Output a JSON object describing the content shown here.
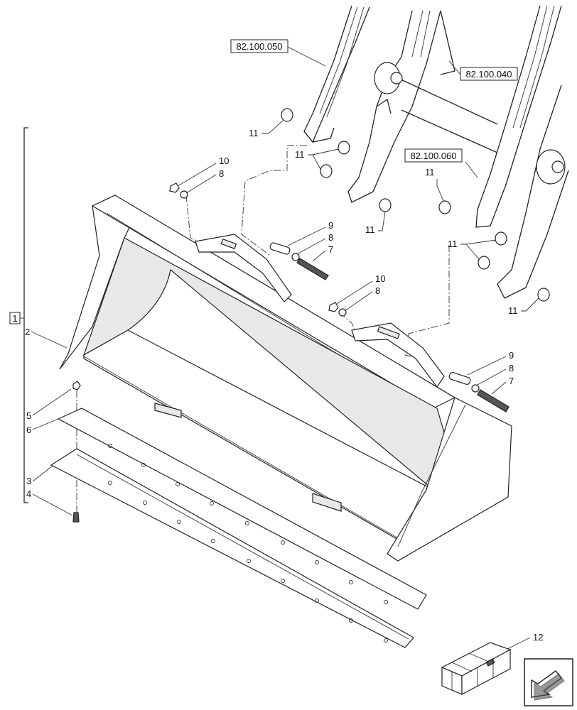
{
  "references": {
    "arm_left": "82.100.050",
    "arm_center": "82.100.040",
    "arm_right": "82.100.060"
  },
  "group_label": "1",
  "callouts": {
    "c2": "2",
    "c3": "3",
    "c4": "4",
    "c5": "5",
    "c6": "6",
    "c7a": "7",
    "c7b": "7",
    "c8a": "8",
    "c8b": "8",
    "c8c": "8",
    "c8d": "8",
    "c9a": "9",
    "c9b": "9",
    "c10a": "10",
    "c10b": "10",
    "c11a": "11",
    "c11b": "11",
    "c11c": "11",
    "c11d": "11",
    "c11e": "11",
    "c11f": "11",
    "c12": "12"
  },
  "nav": {
    "icon": "next-page-arrow-icon"
  }
}
